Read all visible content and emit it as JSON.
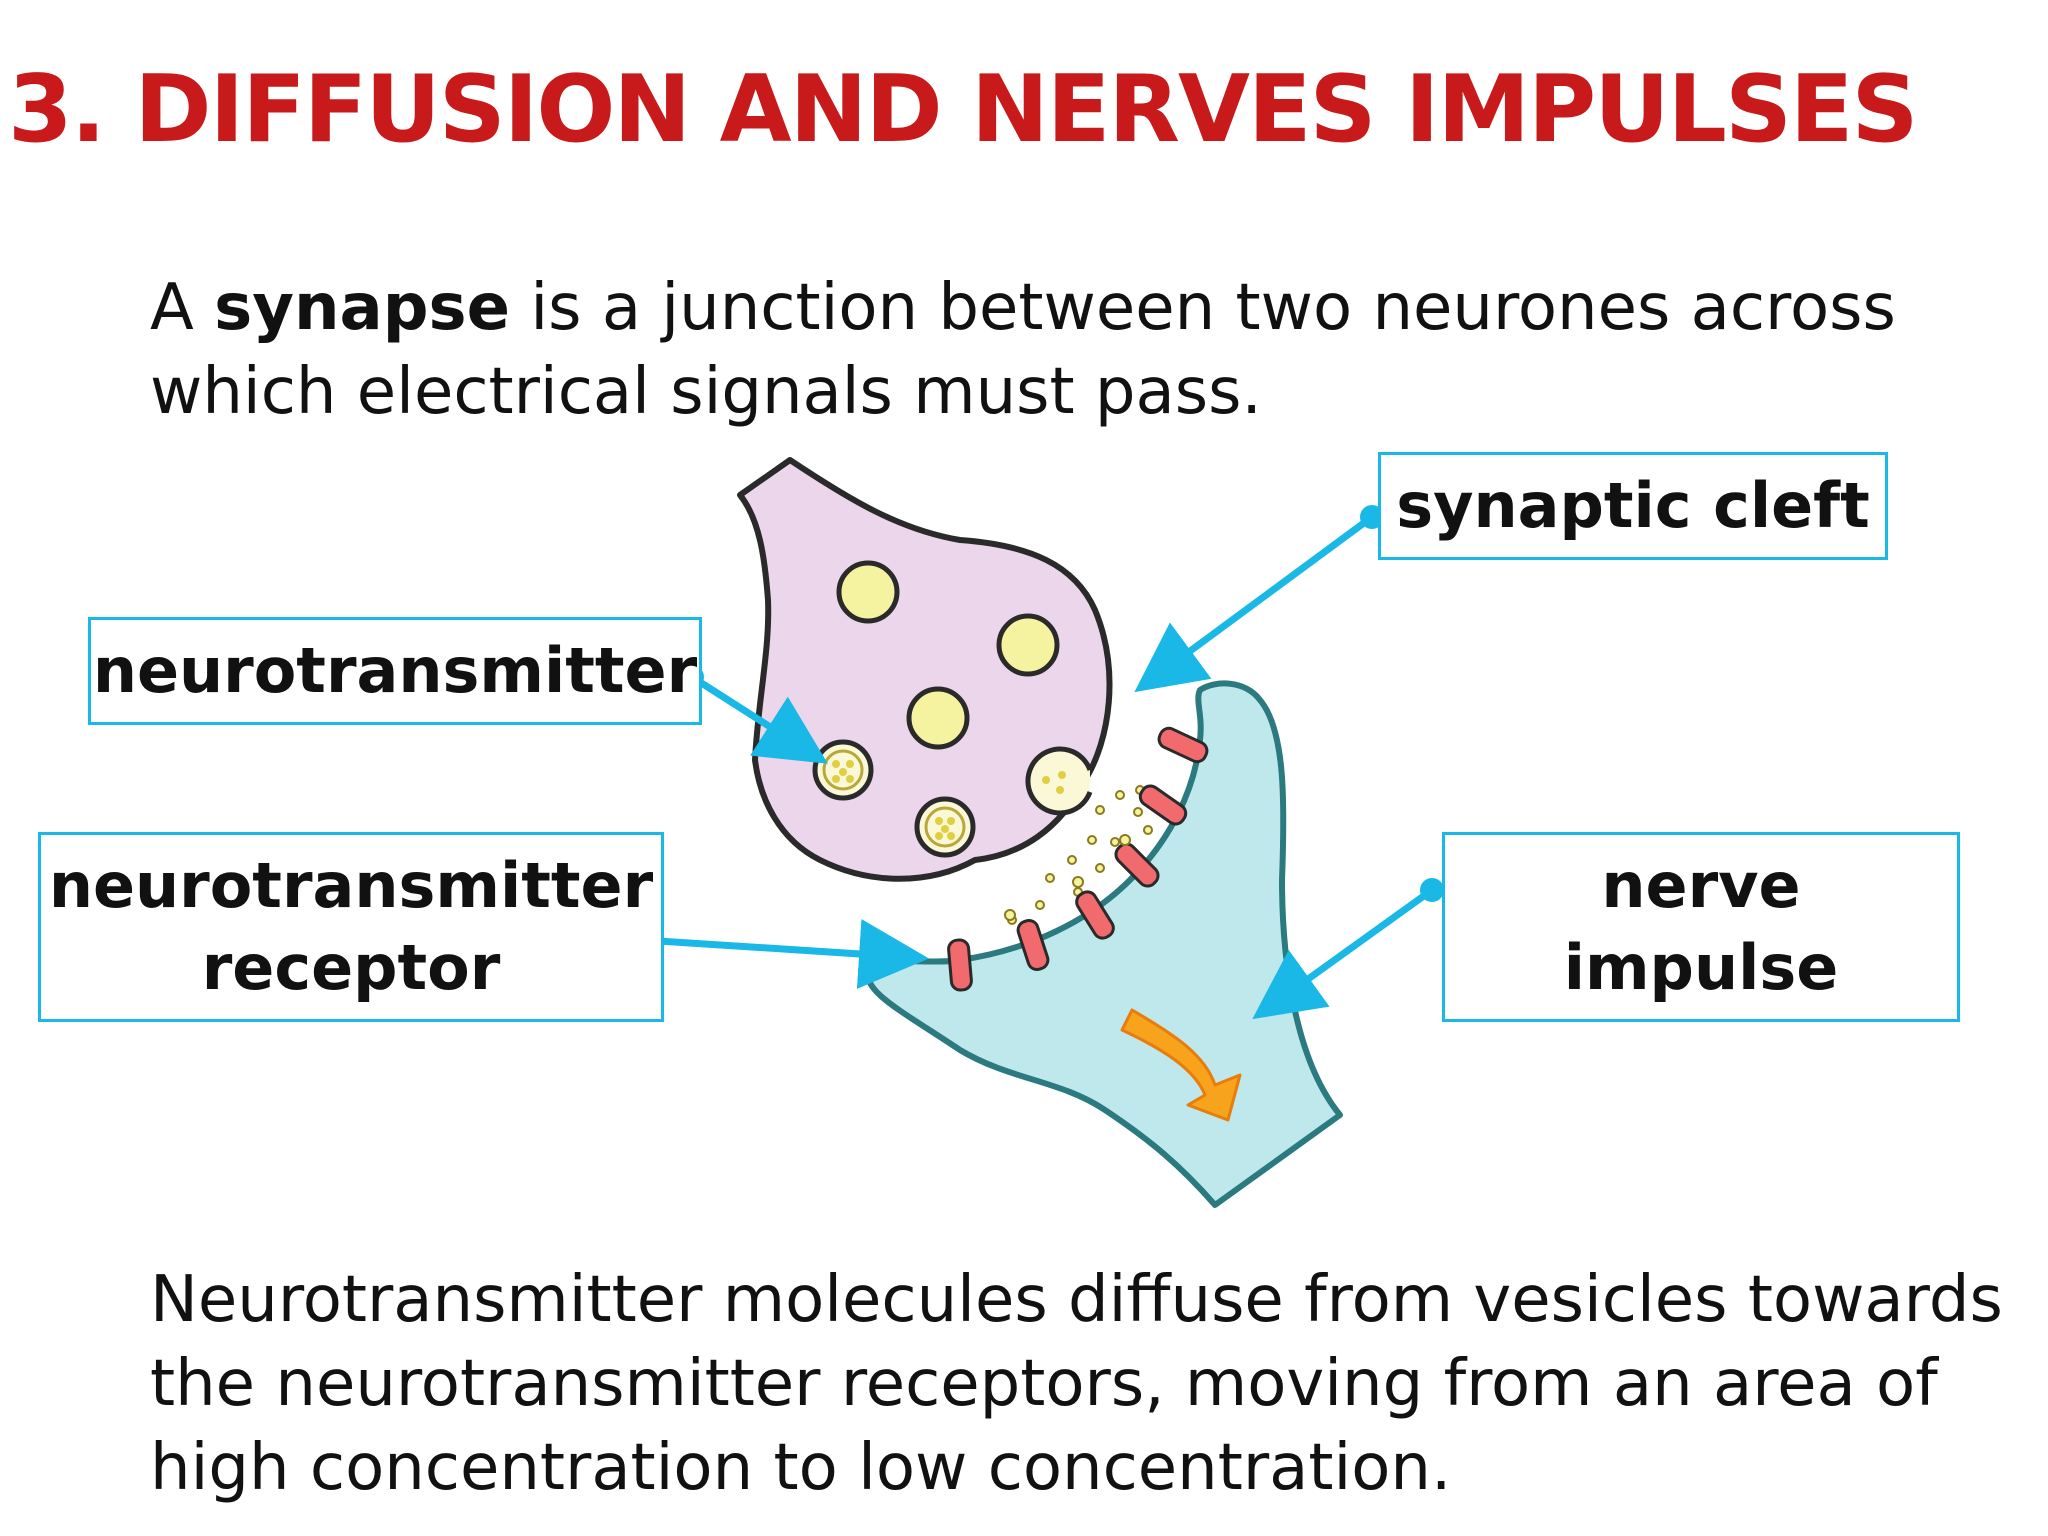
{
  "title": "3. DIFFUSION AND NERVES IMPULSES",
  "intro": {
    "prefix": "A ",
    "term": "synapse",
    "suffix": " is a junction between two neurones across which electrical signals must pass."
  },
  "labels": {
    "synaptic_cleft": "synaptic cleft",
    "neurotransmitter": "neurotransmitter",
    "receptor_line1": "neurotransmitter",
    "receptor_line2": "receptor",
    "impulse_line1": "nerve",
    "impulse_line2": "impulse"
  },
  "bottom_text": "Neurotransmitter molecules diffuse from vesicles towards the neurotransmitter receptors, moving from an area of high concentration to low concentration.",
  "colors": {
    "title": "#c81a1a",
    "label_border": "#1ab8e6",
    "presynaptic_fill": "#ecd6ec",
    "postsynaptic_fill": "#bfe8ec",
    "receptor": "#f06a6e",
    "vesicle": "#f6f3a0",
    "impulse_arrow": "#f7a31c"
  }
}
